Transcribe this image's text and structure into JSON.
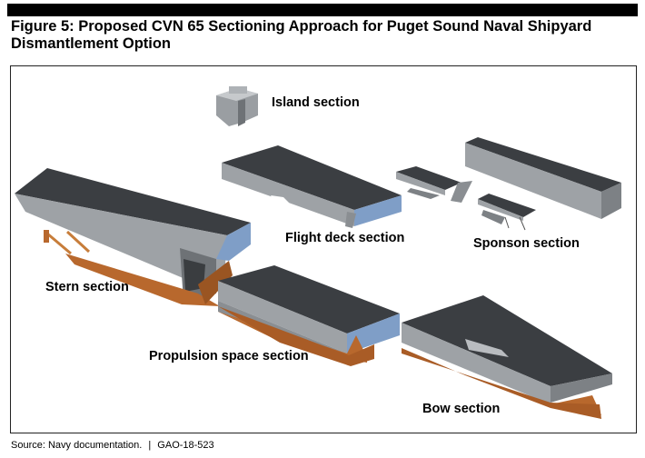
{
  "figure": {
    "title_line1": "Figure 5: Proposed CVN 65 Sectioning Approach for Puget Sound Naval Shipyard",
    "title_line2": "Dismantlement Option"
  },
  "labels": {
    "island": "Island section",
    "flight_deck": "Flight deck section",
    "sponson": "Sponson section",
    "stern": "Stern section",
    "propulsion": "Propulsion space section",
    "bow": "Bow section"
  },
  "footer": {
    "source": "Source: Navy documentation.",
    "separator": "|",
    "report_id": "GAO-18-523"
  },
  "colors": {
    "deck_dark": "#3b3e42",
    "hull_gray": "#9ea2a6",
    "hull_gray_dark": "#7d8185",
    "hull_orange": "#b8682d",
    "cut_blue": "#7f9ec7"
  }
}
